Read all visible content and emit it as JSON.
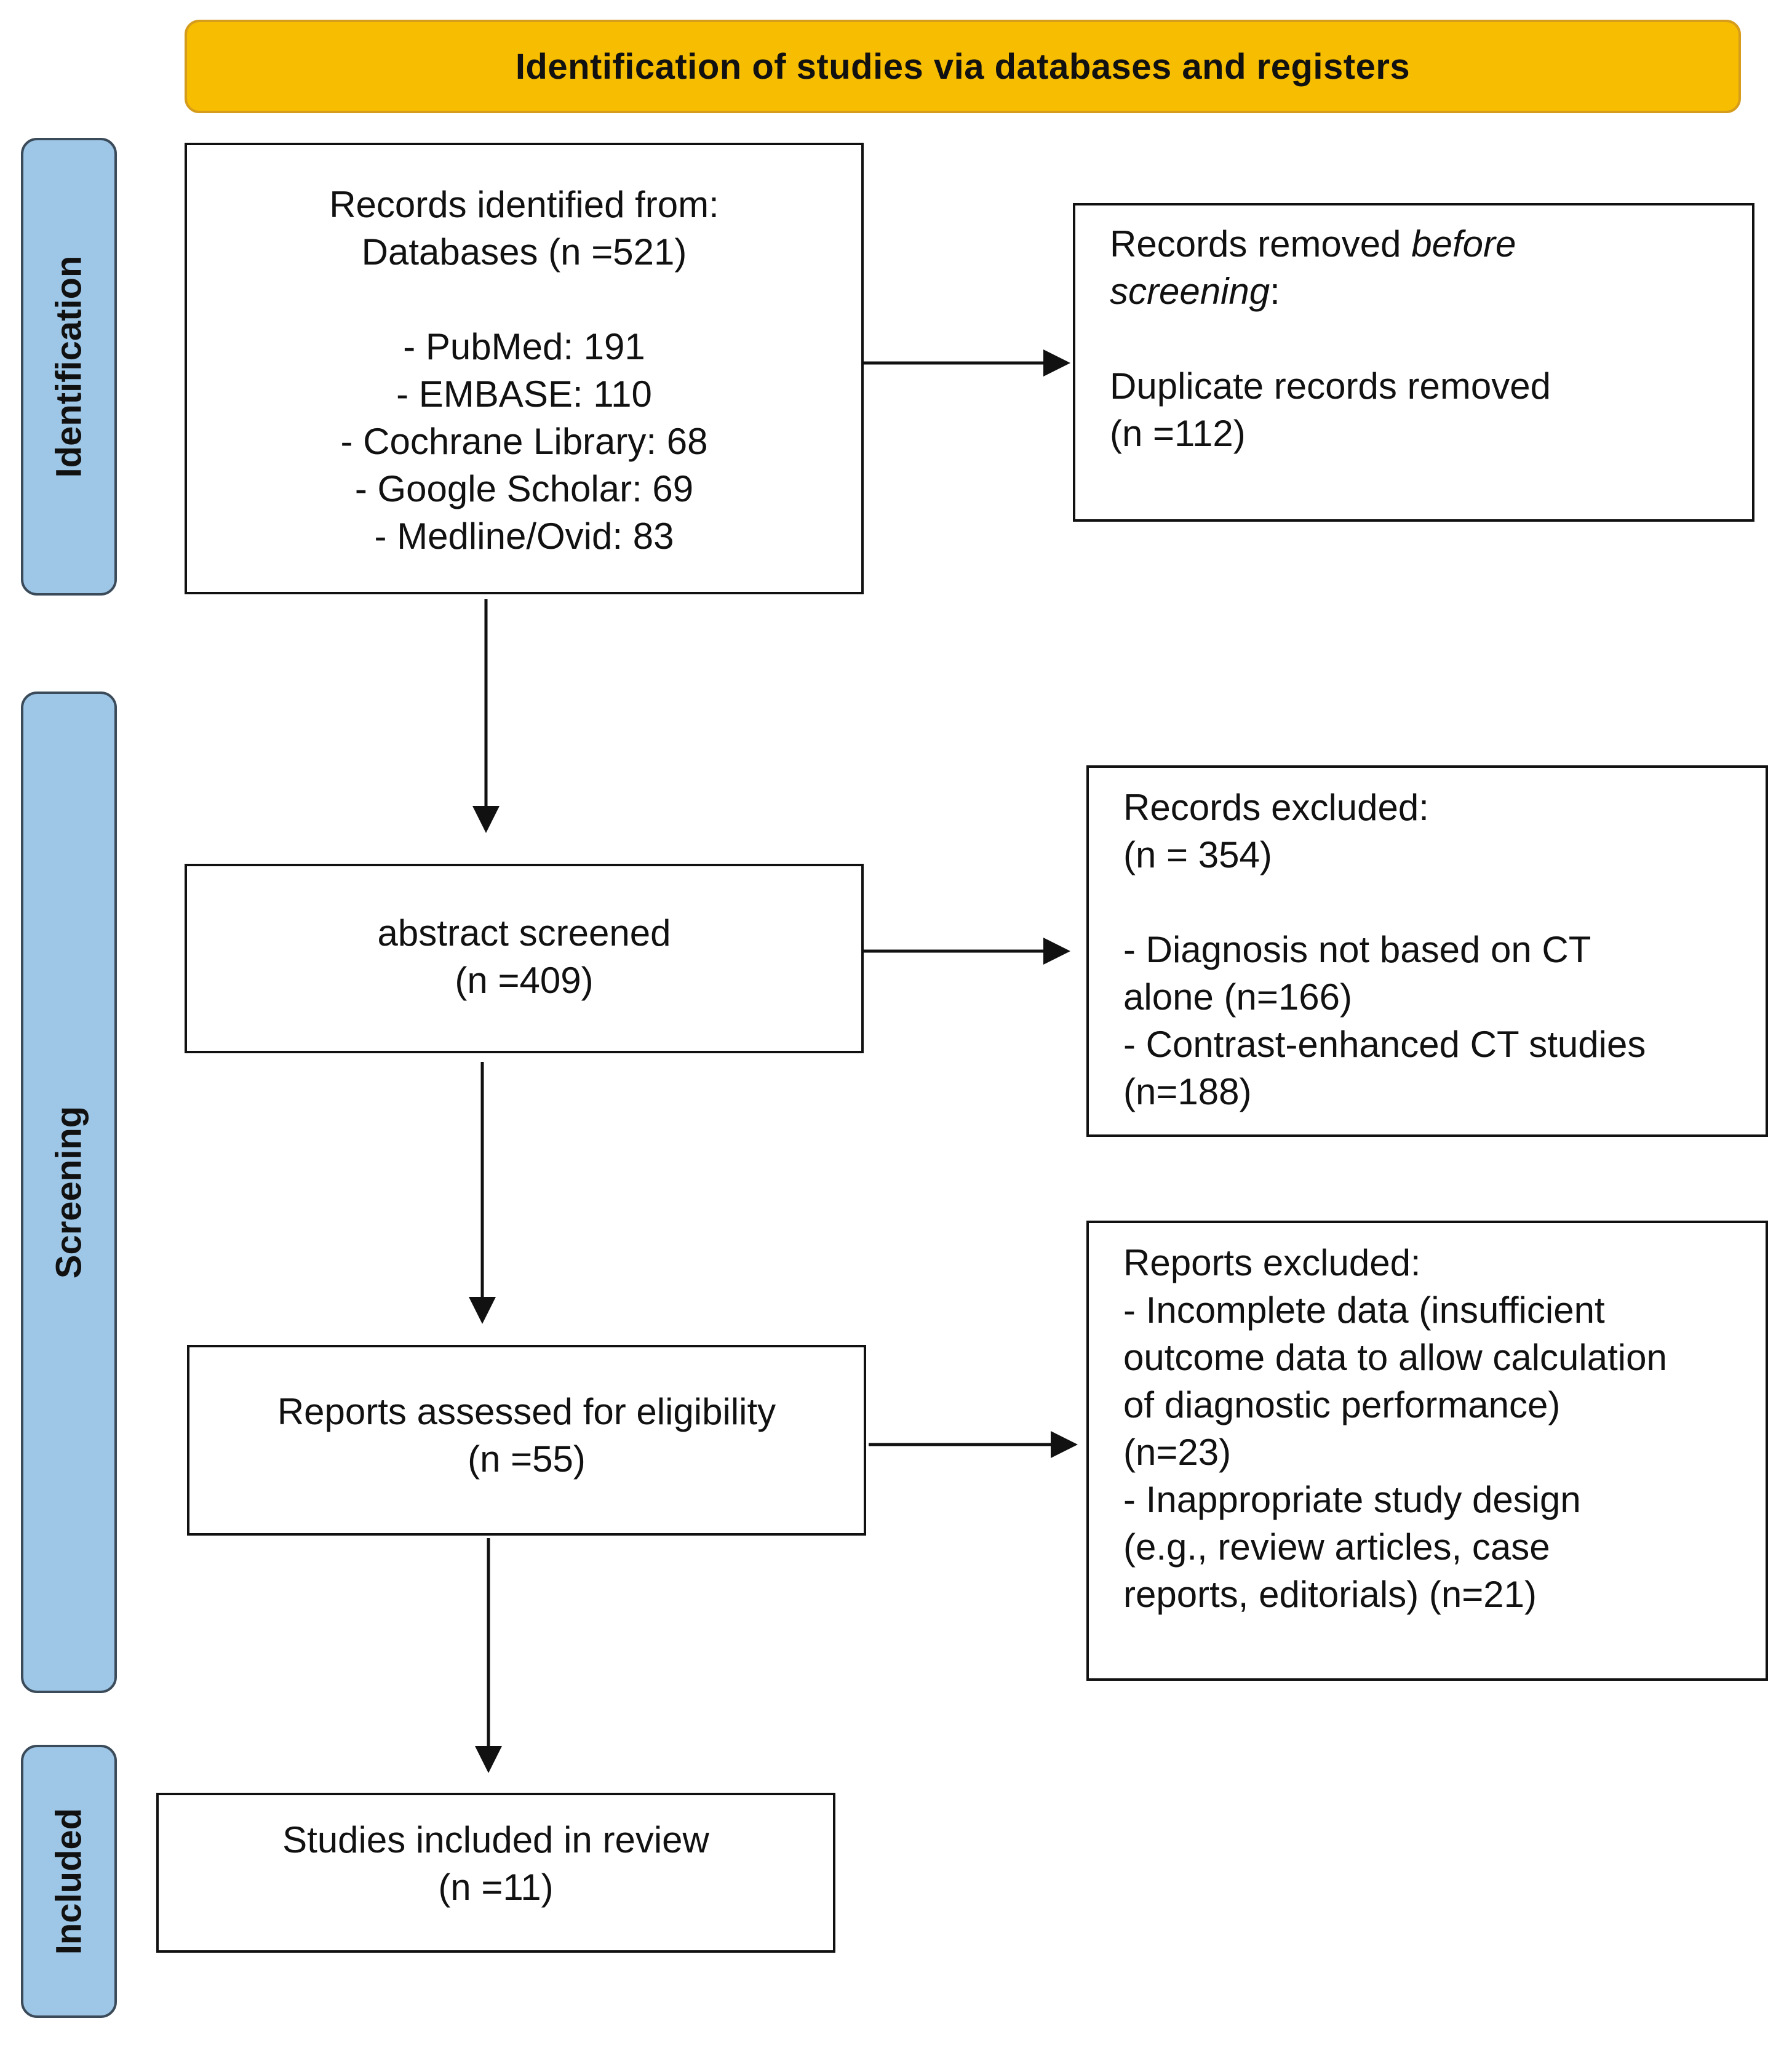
{
  "header": {
    "title": "Identification of studies via databases and registers"
  },
  "stages": {
    "identification": "Identification",
    "screening": "Screening",
    "included": "Included"
  },
  "identified": {
    "line1": "Records identified from:",
    "line2": "Databases (n =521)",
    "sources": [
      "- PubMed: 191",
      "- EMBASE: 110",
      "- Cochrane Library: 68",
      "- Google Scholar: 69",
      "- Medline/Ovid: 83"
    ]
  },
  "removed": {
    "line1_prefix": "Records removed ",
    "line1_italic": "before",
    "line2_italic": "screening",
    "line2_suffix": ":",
    "line3": "Duplicate records removed",
    "line4": "(n =112)"
  },
  "screened": {
    "line1": "abstract screened",
    "line2": "(n =409)"
  },
  "records_excluded": {
    "lines": [
      "Records excluded:",
      "(n = 354)",
      "",
      "- Diagnosis not based on CT",
      "alone (n=166)",
      "- Contrast-enhanced CT studies",
      "(n=188)"
    ]
  },
  "assessed": {
    "line1": "Reports assessed for eligibility",
    "line2": "(n =55)"
  },
  "reports_excluded": {
    "lines": [
      "Reports excluded:",
      "- Incomplete data (insufficient",
      "outcome data to allow calculation",
      "of diagnostic performance)",
      "(n=23)",
      "- Inappropriate study design",
      "(e.g., review articles, case",
      "reports, editorials) (n=21)"
    ]
  },
  "included": {
    "line1": "Studies included in review",
    "line2": "(n =11)"
  },
  "colors": {
    "header_fill": "#f7bd00",
    "header_border": "#d69d1c",
    "stage_fill": "#9ec6e6",
    "stage_border": "#3b4b5a",
    "box_border": "#111111"
  }
}
